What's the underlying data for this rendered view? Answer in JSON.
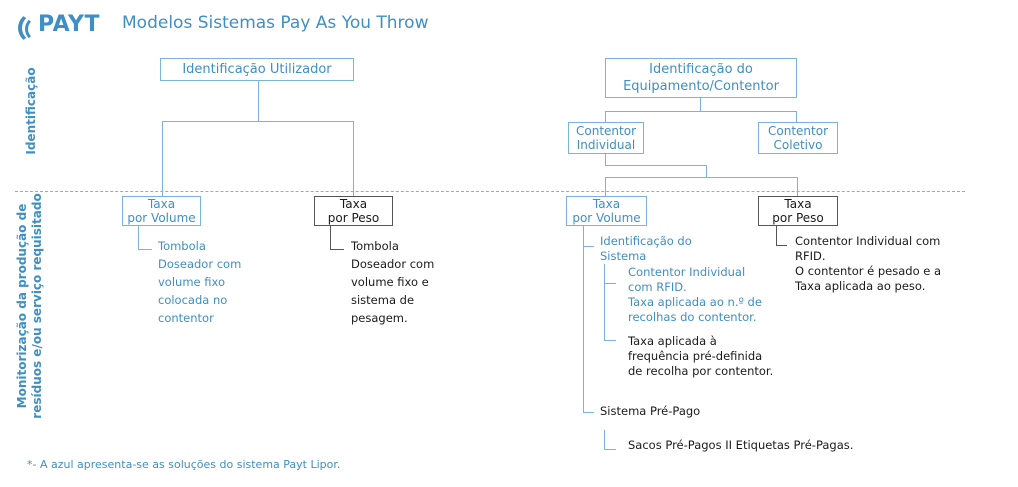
{
  "header": {
    "logo_text": "PAYT",
    "title": "Modelos Sistemas Pay As You Throw"
  },
  "side_labels": {
    "top": "Identificação",
    "bottom_line1": "Monitorização da produção de",
    "bottom_line2": "resíduos e/ou serviço requisitado"
  },
  "boxes": {
    "user_id": "Identificação Utilizador",
    "equip_id_l1": "Identificação do",
    "equip_id_l2": "Equipamento/Contentor",
    "individual_l1": "Contentor",
    "individual_l2": "Individual",
    "coletivo_l1": "Contentor",
    "coletivo_l2": "Coletivo",
    "vol1_l1": "Taxa",
    "vol1_l2": "por Volume",
    "peso1_l1": "Taxa",
    "peso1_l2": "por Peso",
    "vol2_l1": "Taxa",
    "vol2_l2": "por Volume",
    "peso2_l1": "Taxa",
    "peso2_l2": "por Peso"
  },
  "items": {
    "vol1_desc": [
      "Tombola",
      "Doseador com",
      "volume fixo",
      "colocada no",
      "contentor"
    ],
    "peso1_desc": [
      "Tombola",
      "Doseador com",
      "volume fixo e",
      "sistema de",
      "pesagem."
    ],
    "ident_sistema": [
      "Identificação do",
      "Sistema"
    ],
    "rfid_desc": [
      "Contentor Individual",
      "com RFID.",
      "Taxa aplicada ao n.º de",
      "recolhas do contentor."
    ],
    "freq_desc": [
      "Taxa aplicada à",
      "frequência pré-definida",
      "de recolha por contentor."
    ],
    "pre_pago": "Sistema Pré-Pago",
    "sacos": "Sacos Pré-Pagos II Etiquetas Pré-Pagas.",
    "peso2_desc": [
      "Contentor Individual com",
      "RFID.",
      "O contentor é pesado e a",
      "Taxa aplicada ao peso."
    ]
  },
  "footnote": "*- A azul apresenta-se as soluções do sistema Payt Lipor.",
  "colors": {
    "accent": "#3f8fc4",
    "line": "#7ab4d8",
    "text": "#1a1a1a"
  }
}
